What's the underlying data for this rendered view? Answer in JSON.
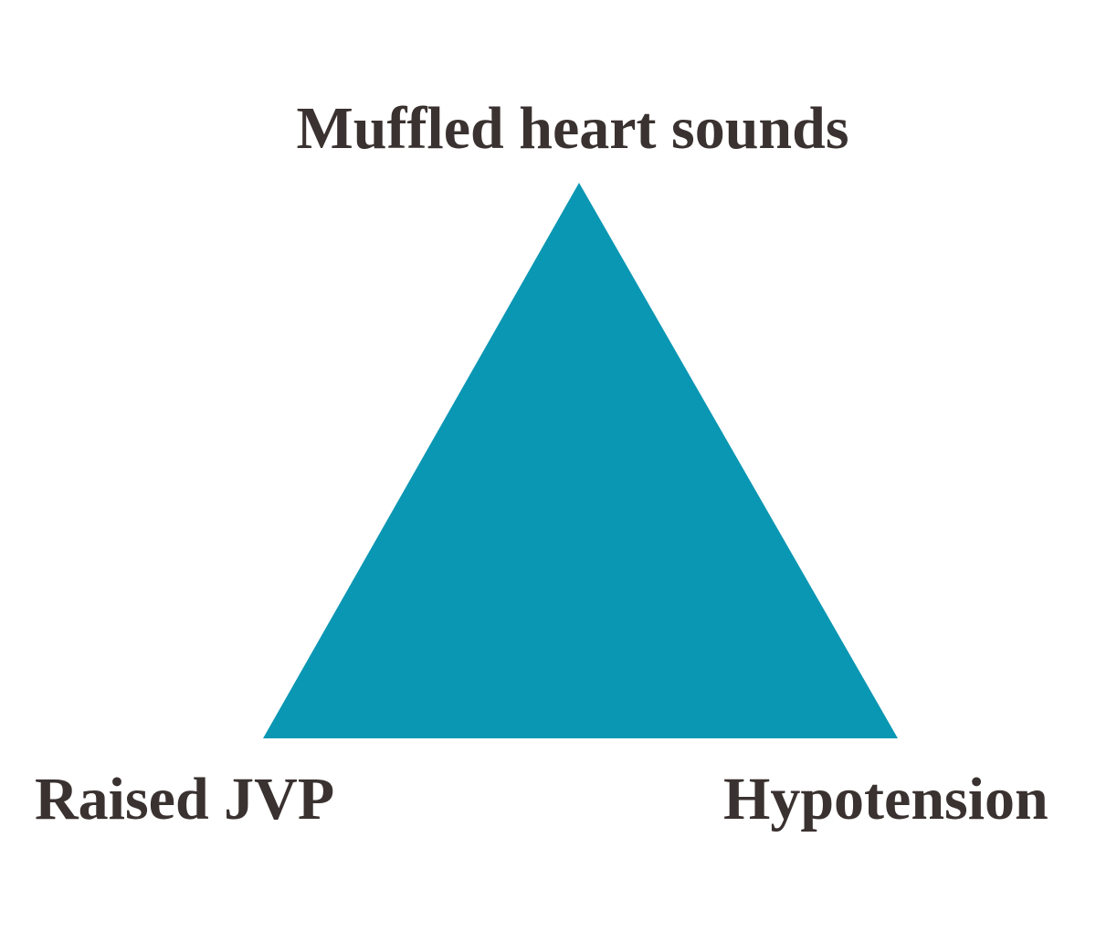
{
  "diagram": {
    "labels": {
      "top": "Muffled heart sounds",
      "bottom_left": "Raised JVP",
      "bottom_right": "Hypotension"
    },
    "colors": {
      "triangle_fill": "#0a97b3",
      "text": "#3a3230",
      "background": "#ffffff"
    }
  }
}
